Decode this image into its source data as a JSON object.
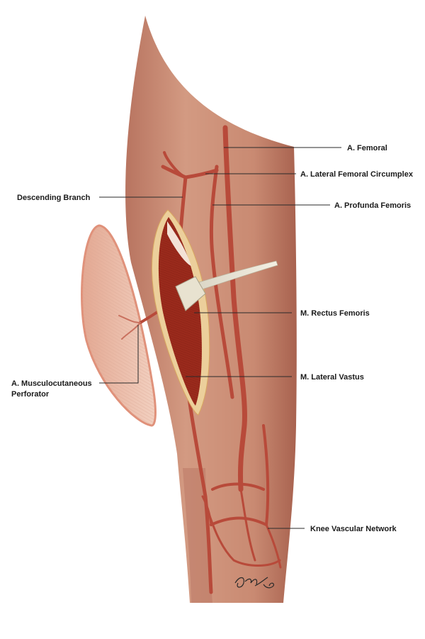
{
  "labels": {
    "femoral": "A. Femoral",
    "lateral_circumflex": "A. Lateral Femoral Circumplex",
    "descending_branch": "Descending Branch",
    "profunda": "A. Profunda Femoris",
    "rectus_femoris": "M. Rectus Femoris",
    "lateral_vastus": "M. Lateral Vastus",
    "perforator_line1": "A. Musculocutaneous",
    "perforator_line2": "Perforator",
    "knee_network": "Knee Vascular Network"
  },
  "signature": "Sarah Lyon",
  "colors": {
    "skin": "#c98a72",
    "skin_shadow": "#b77560",
    "artery": "#b84a3a",
    "muscle": "#9a2a1c",
    "fat": "#e8c896"
  }
}
